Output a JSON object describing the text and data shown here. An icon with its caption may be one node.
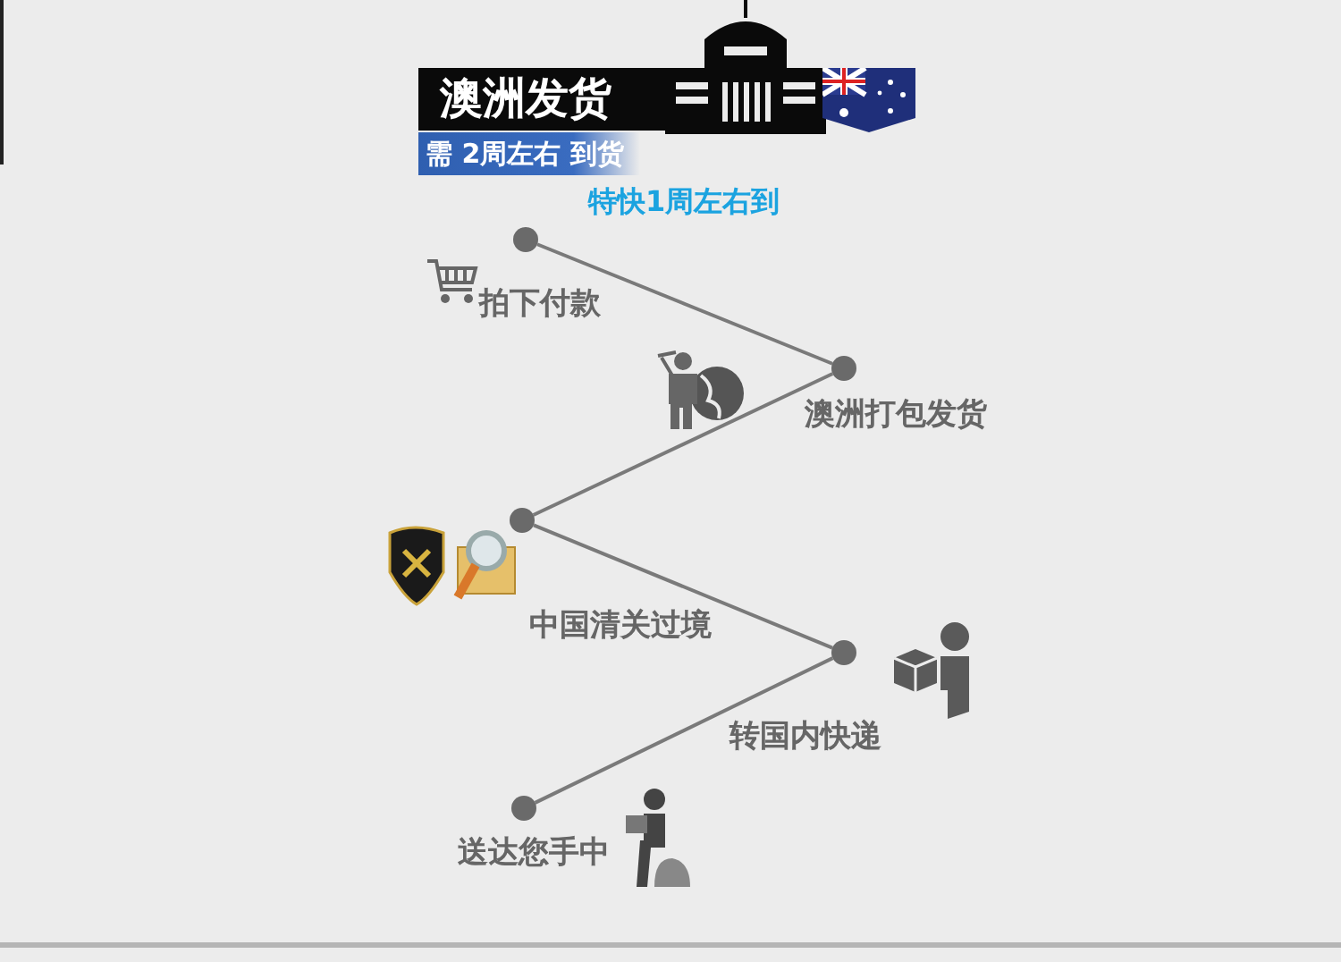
{
  "diagram": {
    "title": "澳洲发货",
    "nodes": [
      {
        "text": [],
        "shape": "circle",
        "beside": [
          "拍下付款"
        ]
      },
      {
        "text": [],
        "shape": "circle",
        "beside": [
          "澳洲打包发货"
        ]
      },
      {
        "text": [],
        "shape": "circle",
        "beside": [
          "中国清关过境"
        ]
      },
      {
        "text": [],
        "shape": "circle",
        "beside": [
          "转国内快递"
        ]
      },
      {
        "text": [],
        "shape": "circle",
        "beside": [
          "送达您手中"
        ]
      }
    ],
    "edges": [
      {
        "from": 0,
        "to": 1,
        "arrow": "none"
      },
      {
        "from": 1,
        "to": 2,
        "arrow": "none"
      },
      {
        "from": 2,
        "to": 3,
        "arrow": "none"
      },
      {
        "from": 3,
        "to": 4,
        "arrow": "none"
      }
    ],
    "labels": [
      "需 2周左右 到货",
      "特快1周左右到"
    ]
  }
}
